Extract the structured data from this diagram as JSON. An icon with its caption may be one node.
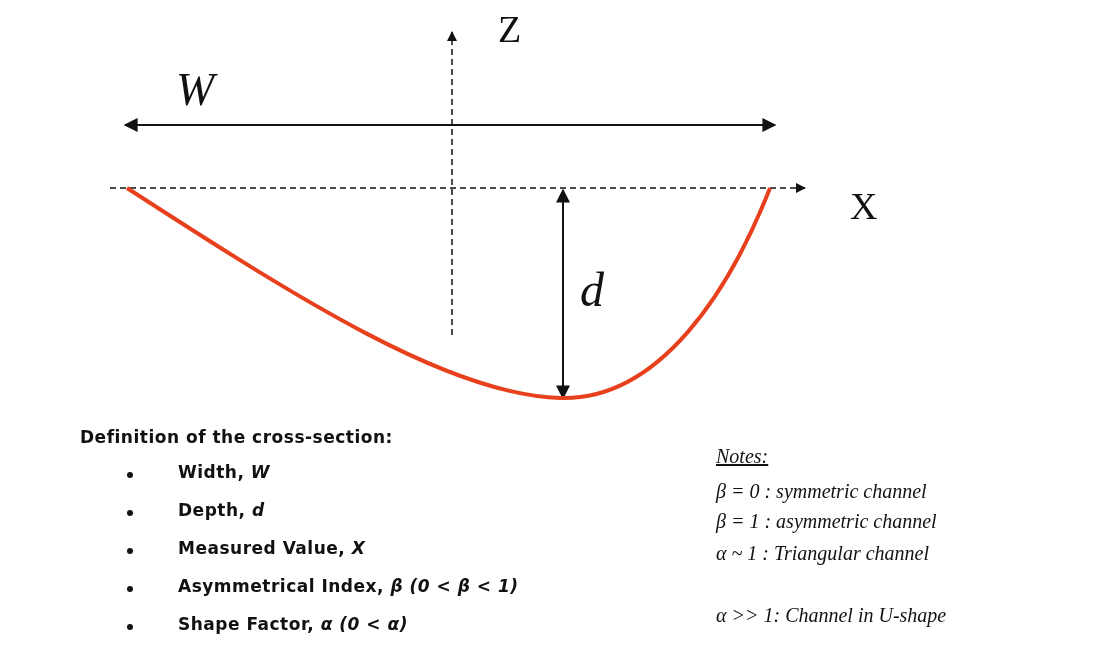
{
  "diagram": {
    "labels": [
      "Z",
      "W",
      "X",
      "d",
      "Definition of the cross-section:",
      "Width, *W*",
      "Depth, *d*",
      "Measured Value, *X*",
      "Asymmetrical Index, *β (0 < β < 1)*",
      "Shape Factor, *α (0 < α)*",
      "Notes:",
      "β = 0 : symmetric channel",
      "β = 1 : asymmetric channel",
      "α ~ 1 : Triangular channel",
      "α >> 1: Channel in U-shape"
    ]
  }
}
